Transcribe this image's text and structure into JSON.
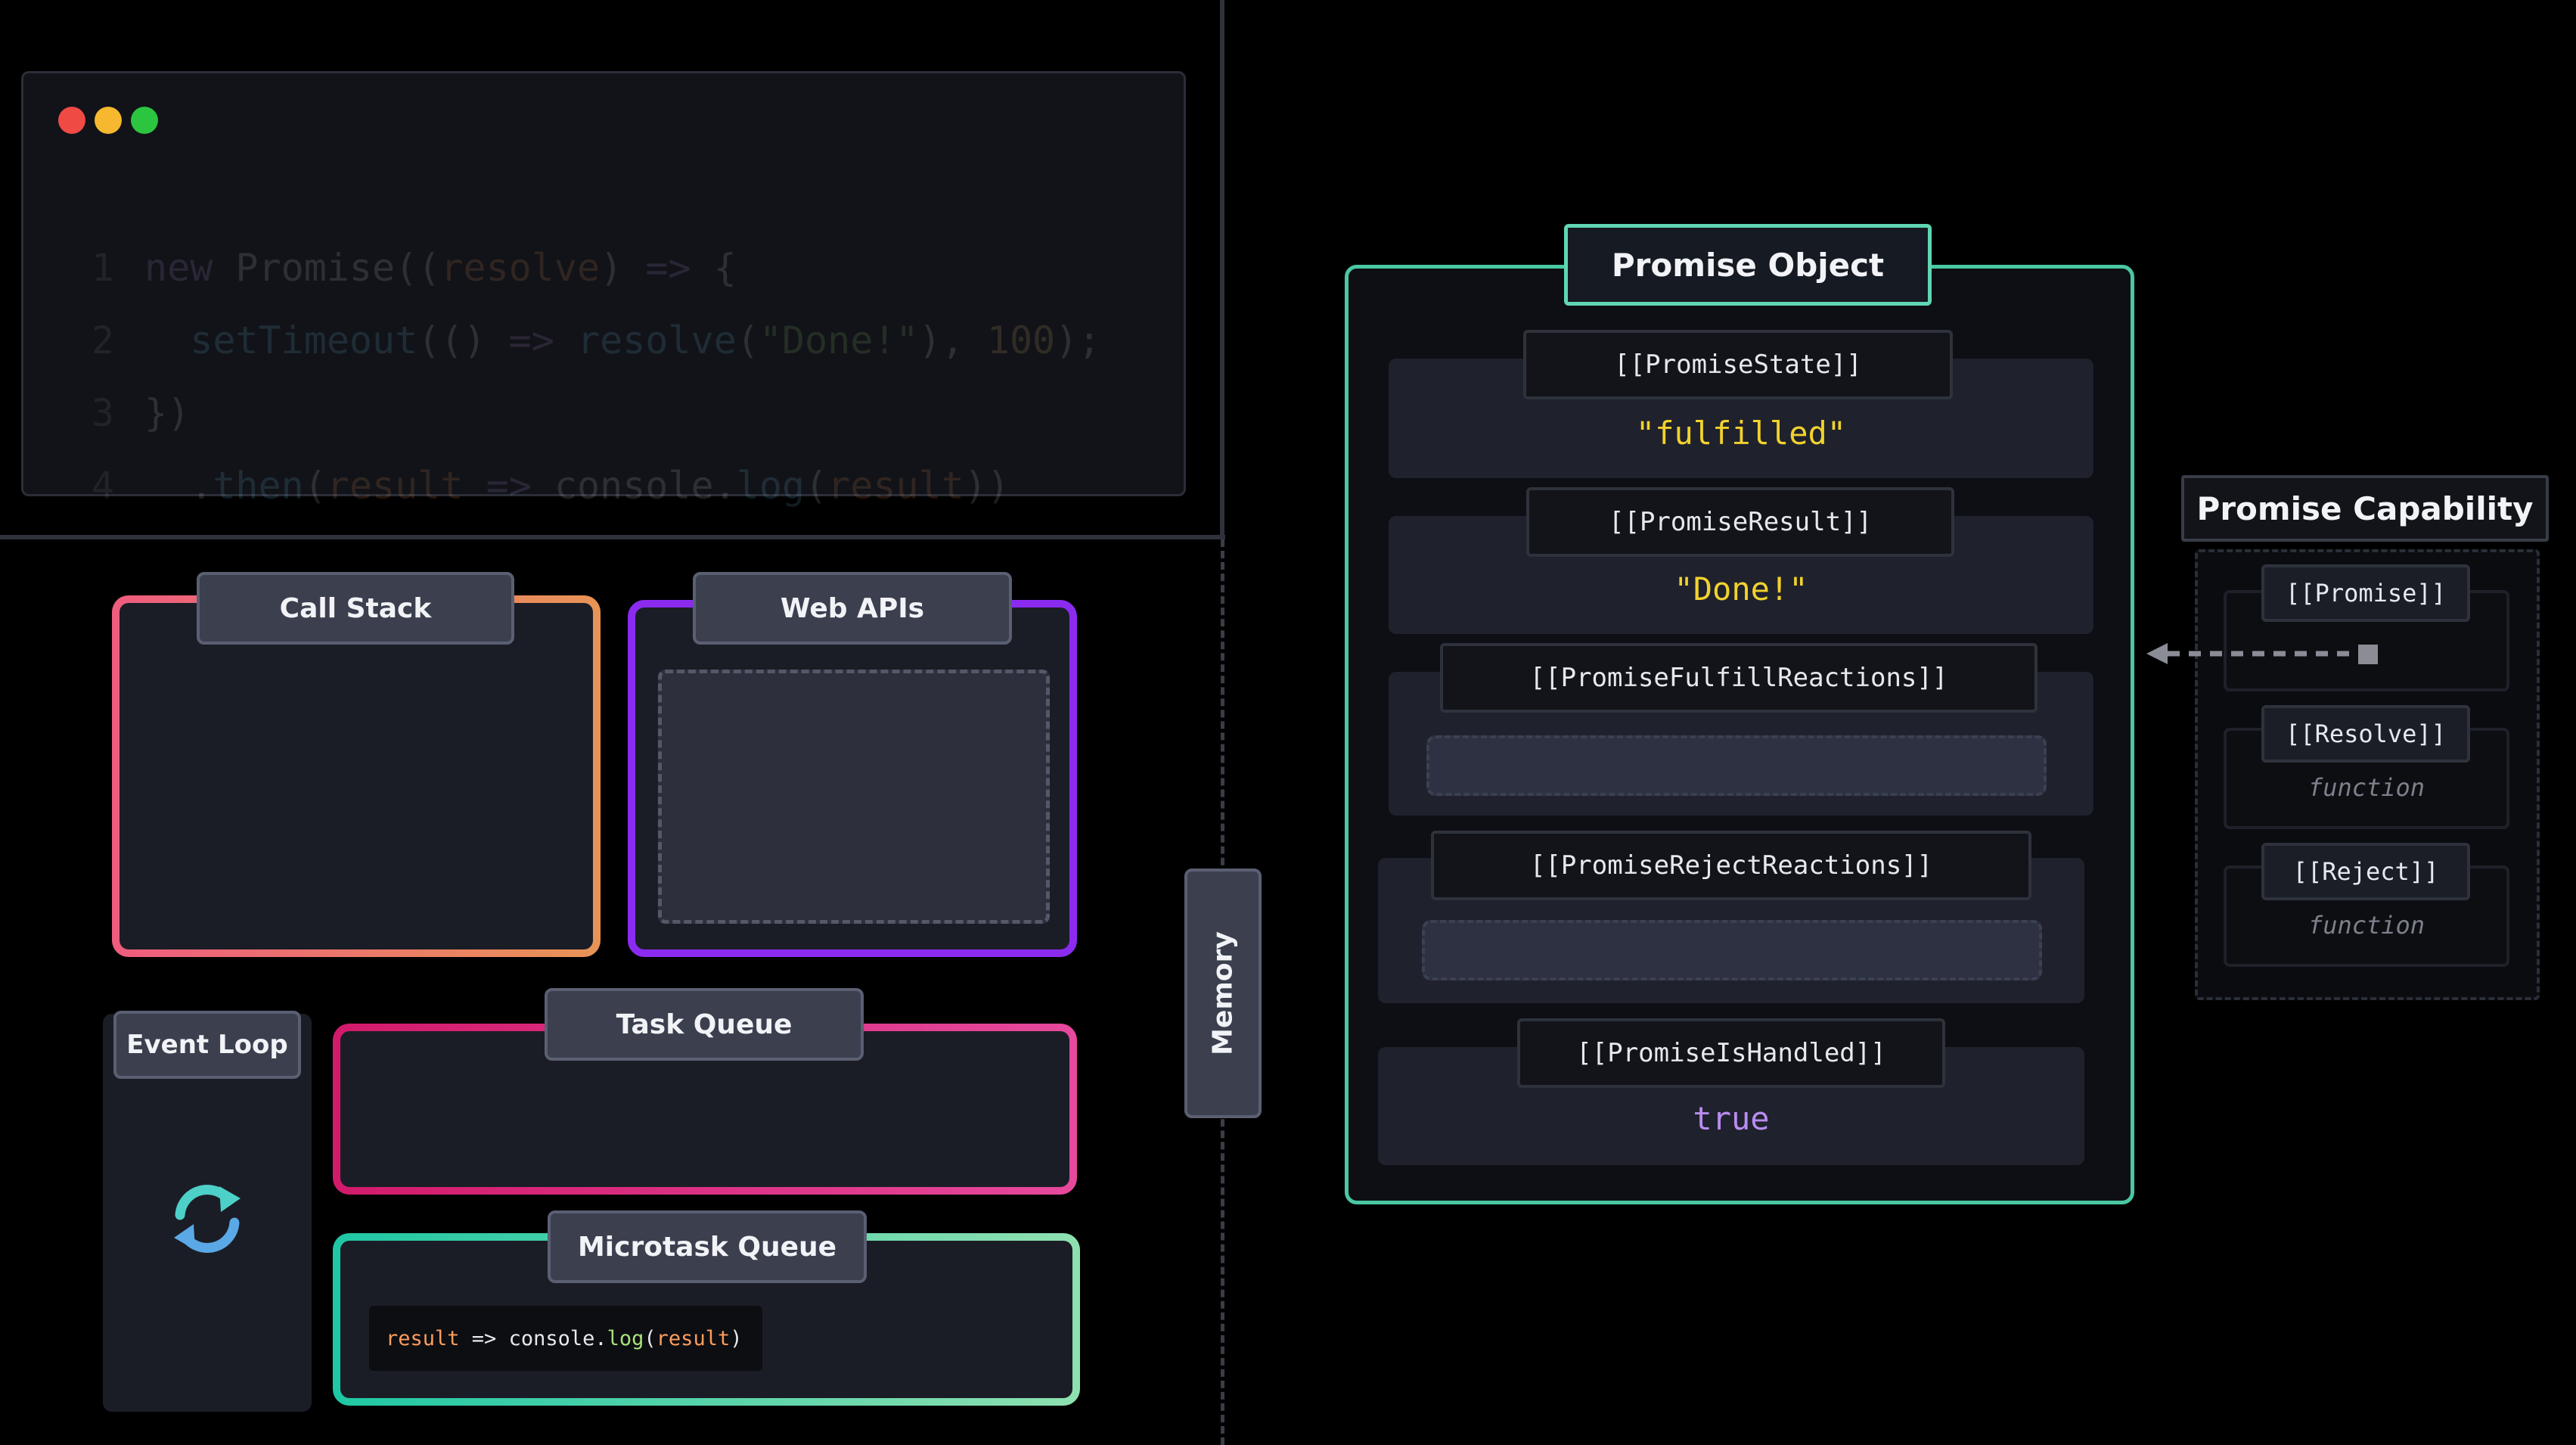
{
  "code": {
    "lines": [
      {
        "n": "1",
        "parts": [
          [
            "kw",
            "new "
          ],
          [
            "tx",
            "Promise"
          ],
          [
            "tx",
            "(("
          ],
          [
            "pr",
            "resolve"
          ],
          [
            "tx",
            ") "
          ],
          [
            "kw",
            "=> "
          ],
          [
            "tx",
            "{"
          ]
        ]
      },
      {
        "n": "2",
        "parts": [
          [
            "tx",
            "  "
          ],
          [
            "fn",
            "setTimeout"
          ],
          [
            "tx",
            "(() "
          ],
          [
            "kw",
            "=> "
          ],
          [
            "fn",
            "resolve"
          ],
          [
            "tx",
            "("
          ],
          [
            "st",
            "\"Done!\""
          ],
          [
            "tx",
            "), "
          ],
          [
            "nm",
            "100"
          ],
          [
            "tx",
            ");"
          ]
        ]
      },
      {
        "n": "3",
        "parts": [
          [
            "tx",
            "})"
          ]
        ]
      },
      {
        "n": "4",
        "parts": [
          [
            "tx",
            "  ."
          ],
          [
            "fn",
            "then"
          ],
          [
            "tx",
            "("
          ],
          [
            "pr",
            "result"
          ],
          [
            "tx",
            " "
          ],
          [
            "kw",
            "=> "
          ],
          [
            "tx",
            "console."
          ],
          [
            "fn",
            "log"
          ],
          [
            "tx",
            "("
          ],
          [
            "pr",
            "result"
          ],
          [
            "tx",
            "))"
          ]
        ]
      }
    ]
  },
  "panels": {
    "call_stack": "Call Stack",
    "web_apis": "Web APIs",
    "event_loop": "Event Loop",
    "task_queue": "Task Queue",
    "microtask_queue": "Microtask Queue",
    "memory": "Memory"
  },
  "microtask_item": {
    "arg": "result",
    "arrow": " => ",
    "obj": "console.",
    "fn": "log",
    "open": "(",
    "arg2": "result",
    "close": ")"
  },
  "promise_object": {
    "title": "Promise Object",
    "state_label": "[[PromiseState]]",
    "state_value": "\"fulfilled\"",
    "result_label": "[[PromiseResult]]",
    "result_value": "\"Done!\"",
    "fulfill_label": "[[PromiseFulfillReactions]]",
    "reject_label": "[[PromiseRejectReactions]]",
    "handled_label": "[[PromiseIsHandled]]",
    "handled_value": "true"
  },
  "promise_capability": {
    "title": "Promise Capability",
    "promise_label": "[[Promise]]",
    "resolve_label": "[[Resolve]]",
    "resolve_value": "function",
    "reject_label": "[[Reject]]",
    "reject_value": "function"
  },
  "colors": {
    "fulfilled": "#f2d22e",
    "true_value": "#b98cf2",
    "call_stack_border": "#ee5c7e",
    "web_apis_border": "#8b2bf0",
    "task_queue_border": "#d21a6b",
    "microtask_border": "#1fc7a4",
    "promise_border": "#4ac7a3"
  },
  "icons": {
    "window_controls": [
      "close-dot",
      "minimize-dot",
      "maximize-dot"
    ],
    "event_loop": "refresh-cycle-icon"
  }
}
